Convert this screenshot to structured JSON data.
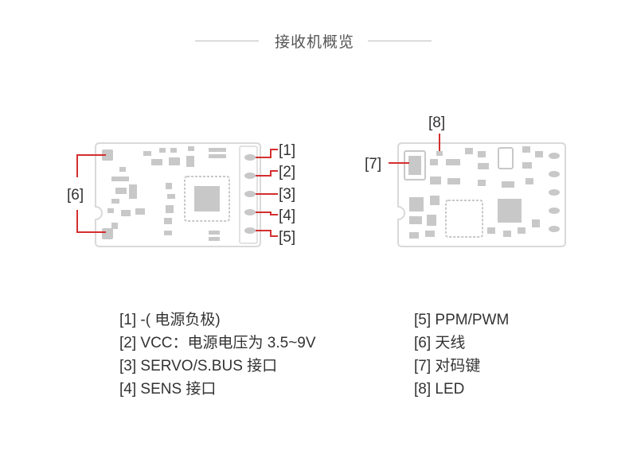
{
  "title": "接收机概览",
  "callouts": {
    "c1": "[1]",
    "c2": "[2]",
    "c3": "[3]",
    "c4": "[4]",
    "c5": "[5]",
    "c6": "[6]",
    "c7": "[7]",
    "c8": "[8]"
  },
  "legend_left": [
    "[1] -( 电源负极)",
    "[2] VCC：电源电压为 3.5~9V",
    "[3] SERVO/S.BUS 接口",
    "[4] SENS 接口"
  ],
  "legend_right": [
    "[5] PPM/PWM",
    "[6] 天线",
    "[7] 对码键",
    "[8] LED"
  ],
  "colors": {
    "accent": "#d32f2f",
    "board_outline": "#d9d9d9",
    "component": "#c8c8c8",
    "text": "#333333"
  }
}
